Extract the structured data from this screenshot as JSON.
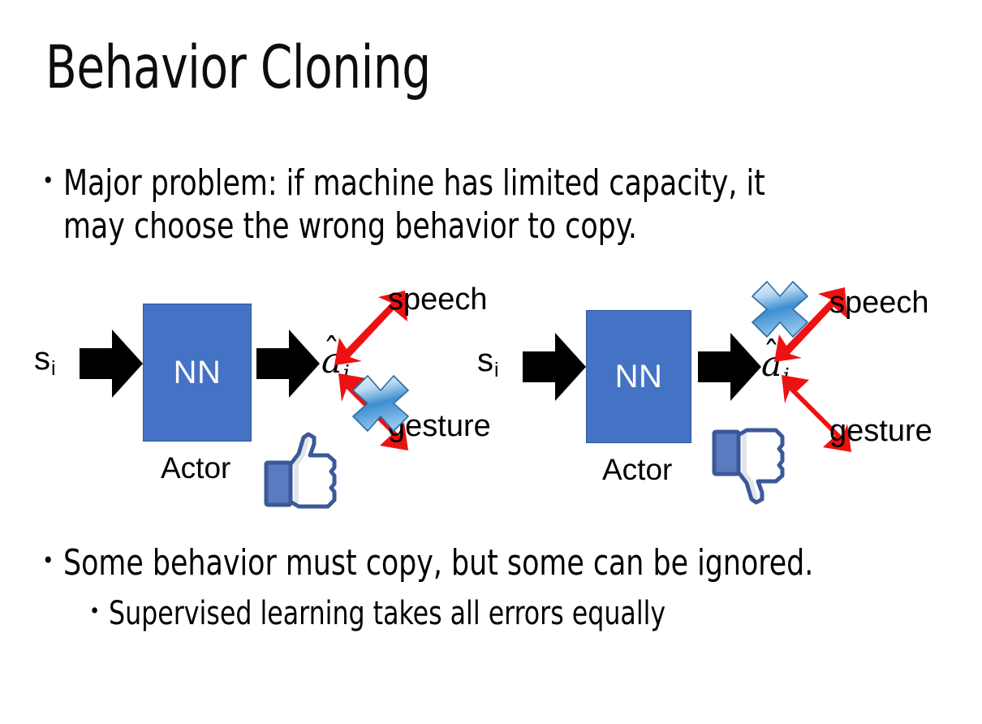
{
  "slide": {
    "title": "Behavior Cloning",
    "background_color": "#FFFFFF",
    "bullets": [
      {
        "marker": "•",
        "text": "Major problem: if machine has limited capacity, it may choose the wrong behavior to copy.",
        "level": 1
      },
      {
        "marker": "•",
        "text": "Some behavior must copy, but some can be ignored.",
        "level": 1
      },
      {
        "marker": "•",
        "text": "Supervised learning takes all errors equally",
        "level": 2
      }
    ]
  },
  "colors": {
    "nn_box_fill": "#4472C4",
    "nn_box_border": "#2E5599",
    "arrow_black": "#000000",
    "arrow_red": "#EE1111",
    "blue_x_light": "#CFE2F6",
    "blue_x_mid": "#3E8FD0",
    "blue_x_border": "#2B6CA8",
    "thumb_outline": "#3B5998",
    "thumb_cuff": "#5B7BC0",
    "thumb_fill": "#FFFFFF",
    "thumb_shade": "#E2E5EA",
    "text": "#000000"
  },
  "diagrams": [
    {
      "id": "left",
      "state_label": {
        "base": "s",
        "sub": "i"
      },
      "input_arrow": "arrow-right-icon",
      "box": {
        "label": "NN",
        "caption": "Actor"
      },
      "output_arrow": "arrow-right-icon",
      "action_label": {
        "base": "a",
        "accent": "ˆ",
        "sub": "i"
      },
      "branches": [
        {
          "name": "speech",
          "direction": "up-right",
          "crossed_out": false
        },
        {
          "name": "gesture",
          "direction": "down-right",
          "crossed_out": true
        }
      ],
      "feedback_icon": "thumbs-up-icon",
      "feedback_value": "like"
    },
    {
      "id": "right",
      "state_label": {
        "base": "s",
        "sub": "i"
      },
      "input_arrow": "arrow-right-icon",
      "box": {
        "label": "NN",
        "caption": "Actor"
      },
      "output_arrow": "arrow-right-icon",
      "action_label": {
        "base": "a",
        "accent": "ˆ",
        "sub": "i"
      },
      "branches": [
        {
          "name": "speech",
          "direction": "up-right",
          "crossed_out": true
        },
        {
          "name": "gesture",
          "direction": "down-right",
          "crossed_out": false
        }
      ],
      "feedback_icon": "thumbs-down-icon",
      "feedback_value": "dislike"
    }
  ]
}
